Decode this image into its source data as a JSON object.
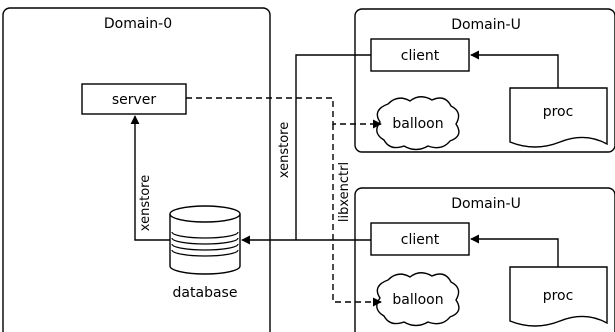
{
  "domains": {
    "dom0": {
      "title": "Domain-0"
    },
    "domu_top": {
      "title": "Domain-U"
    },
    "domu_bottom": {
      "title": "Domain-U"
    }
  },
  "nodes": {
    "server": "server",
    "database": "database",
    "client_top": "client",
    "client_bottom": "client",
    "proc_top": "proc",
    "proc_bottom": "proc",
    "balloon_top": "balloon",
    "balloon_bottom": "balloon"
  },
  "edge_labels": {
    "xenstore_dom0": "xenstore",
    "xenstore_mid": "xenstore",
    "libxenctrl": "libxenctrl"
  }
}
